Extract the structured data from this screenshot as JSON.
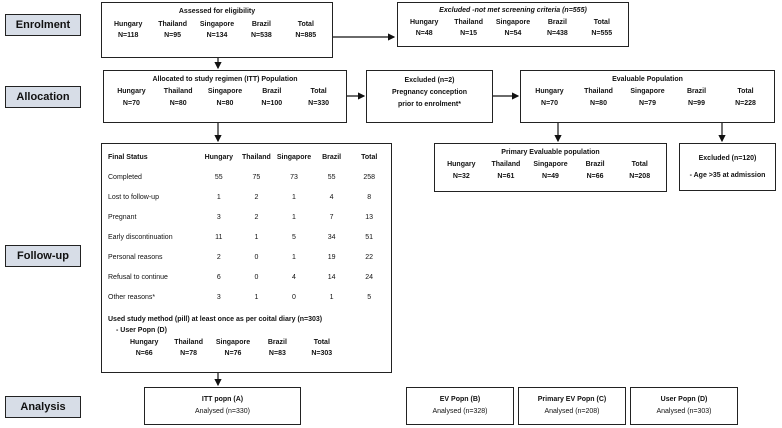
{
  "stages": {
    "enrolment": "Enrolment",
    "allocation": "Allocation",
    "followup": "Follow-up",
    "analysis": "Analysis"
  },
  "eligibility": {
    "title": "Assessed for eligibility",
    "headers": [
      "Hungary",
      "Thailand",
      "Singapore",
      "Brazil",
      "Total"
    ],
    "values": [
      "N=118",
      "N=95",
      "N=134",
      "N=538",
      "N=885"
    ]
  },
  "excluded_screening": {
    "title": "Excluded -not met screening criteria (n=555)",
    "headers": [
      "Hungary",
      "Thailand",
      "Singapore",
      "Brazil",
      "Total"
    ],
    "values": [
      "N=48",
      "N=15",
      "N=54",
      "N=438",
      "N=555"
    ]
  },
  "itt": {
    "title": "Allocated to study regimen (ITT) Population",
    "headers": [
      "Hungary",
      "Thailand",
      "Singapore",
      "Brazil",
      "Total"
    ],
    "values": [
      "N=70",
      "N=80",
      "N=80",
      "N=100",
      "N=330"
    ]
  },
  "excluded_preg": {
    "line1": "Excluded (n=2)",
    "line2": "Pregnancy conception",
    "line3": "prior to enrolment*"
  },
  "evaluable": {
    "title": "Evaluable Population",
    "headers": [
      "Hungary",
      "Thailand",
      "Singapore",
      "Brazil",
      "Total"
    ],
    "values": [
      "N=70",
      "N=80",
      "N=79",
      "N=99",
      "N=228"
    ]
  },
  "primary_ev": {
    "title": "Primary Evaluable population",
    "headers": [
      "Hungary",
      "Thailand",
      "Singapore",
      "Brazil",
      "Total"
    ],
    "values": [
      "N=32",
      "N=61",
      "N=49",
      "N=66",
      "N=208"
    ]
  },
  "excluded_age": {
    "line1": "Excluded (n=120)",
    "line2": "- Age >35 at admission"
  },
  "final_status": {
    "headers": [
      "Final Status",
      "Hungary",
      "Thailand",
      "Singapore",
      "Brazil",
      "Total"
    ],
    "rows": [
      [
        "Completed",
        "55",
        "75",
        "73",
        "55",
        "258"
      ],
      [
        "Lost to follow-up",
        "1",
        "2",
        "1",
        "4",
        "8"
      ],
      [
        "Pregnant",
        "3",
        "2",
        "1",
        "7",
        "13"
      ],
      [
        "Early discontinuation",
        "11",
        "1",
        "5",
        "34",
        "51"
      ],
      [
        "Personal reasons",
        "2",
        "0",
        "1",
        "19",
        "22"
      ],
      [
        "Refusal to continue",
        "6",
        "0",
        "4",
        "14",
        "24"
      ],
      [
        "Other reasons*",
        "3",
        "1",
        "0",
        "1",
        "5"
      ]
    ],
    "user_title1": "Used study method (pill) at least once as per coital diary (n=303)",
    "user_title2": "- User Popn (D)",
    "user_headers": [
      "Hungary",
      "Thailand",
      "Singapore",
      "Brazil",
      "Total"
    ],
    "user_values": [
      "N=66",
      "N=78",
      "N=76",
      "N=83",
      "N=303"
    ]
  },
  "analysis": {
    "itt_title": "ITT popn (A)",
    "itt_sub": "Analysed (n=330)",
    "ev_title": "EV Popn (B)",
    "ev_sub": "Analysed (n=328)",
    "pev_title": "Primary EV Popn (C)",
    "pev_sub": "Analysed (n=208)",
    "user_title": "User Popn (D)",
    "user_sub": "Analysed (n=303)"
  }
}
